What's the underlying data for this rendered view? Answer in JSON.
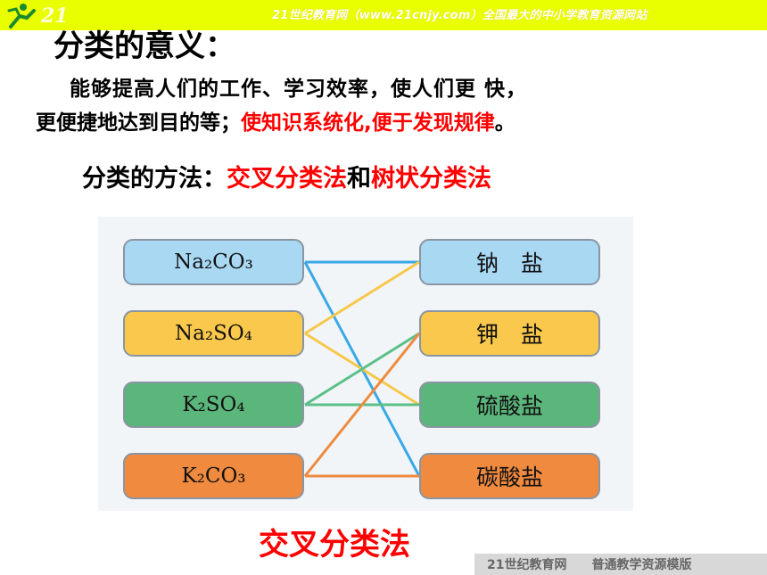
{
  "header": {
    "logo_text": "21",
    "site_text": "21世纪教育网（www.21cnjy.com）全国最大的中小学教育资源网站"
  },
  "title": "分类的意义：",
  "meaning": {
    "line1": "能够提高人们的工作、学习效率，使人们更  快，",
    "line2_black": "更便捷地达到目的等；",
    "line2_red": "使知识系统化,便于发现规律",
    "line2_end": "。"
  },
  "method": {
    "label": "分类的方法：",
    "cross": "交叉分类法",
    "and": "和",
    "tree": "树状分类法"
  },
  "diagram": {
    "left": [
      "Na₂CO₃",
      "Na₂SO₄",
      "K₂SO₄",
      "K₂CO₃"
    ],
    "right": [
      "钠　盐",
      "钾　盐",
      "硫酸盐",
      "碳酸盐"
    ],
    "colors": [
      "#a9d8f3",
      "#f9c84c",
      "#5bb67b",
      "#ef8a3f"
    ]
  },
  "caption": "交叉分类法",
  "footer": "21世纪教育网　　普通教学资源模版"
}
